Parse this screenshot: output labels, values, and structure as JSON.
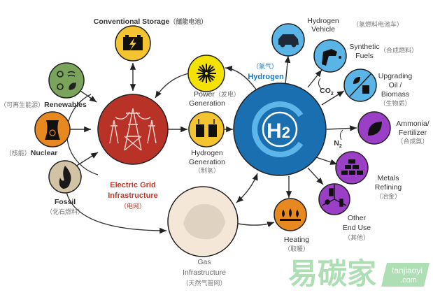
{
  "nodes": {
    "conventional_storage": {
      "label": "Conventional Storage",
      "cn": "（储能电池）"
    },
    "renewables": {
      "label": "Renewables",
      "cn": "（可再生能源）"
    },
    "nuclear": {
      "label": "Nuclear",
      "cn": "（核能）"
    },
    "fossil": {
      "label": "Fossil",
      "cn": "（化石燃料）"
    },
    "electric_grid": {
      "line1": "Electric Grid",
      "line2": "Infrastructure",
      "cn": "（电网）"
    },
    "power_generation": {
      "line1": "Power",
      "cn": "（发电）",
      "line2": "Generation"
    },
    "hydrogen_generation": {
      "line1": "Hydrogen",
      "line2": "Generation",
      "cn": "（制氢）"
    },
    "hydrogen": {
      "label": "Hydrogen",
      "cn": "（氢气）",
      "symbol": "H",
      "subscript": "2"
    },
    "gas_infrastructure": {
      "line1": "Gas",
      "line2": "Infrastructure",
      "cn": "（天然气管网）"
    },
    "heating": {
      "label": "Heating",
      "cn": "（取暖）"
    },
    "hydrogen_vehicle": {
      "line1": "Hydrogen",
      "line2": "Vehicle",
      "cn": "（氢燃料电池车）"
    },
    "synthetic_fuels": {
      "line1": "Synthetic",
      "line2": "Fuels",
      "cn": "（合成燃料）"
    },
    "upgrading_oil": {
      "line1": "Upgrading",
      "line2": "Oil /",
      "line3": "Biomass",
      "cn": "（生物质）"
    },
    "ammonia": {
      "line1": "Ammonia/",
      "line2": "Fertilizer",
      "cn": "（合成氨）"
    },
    "metals_refining": {
      "line1": "Metals",
      "line2": "Refining",
      "cn": "（冶金）"
    },
    "other_end_use": {
      "line1": "Other",
      "line2": "End Use",
      "cn": "（其他）"
    }
  },
  "inputs": {
    "co2": "CO",
    "co2_sub": "2",
    "n2": "N",
    "n2_sub": "2"
  },
  "watermark": {
    "brand": "易碳家",
    "domain1": "tanjiaoyi",
    "domain2": ".com"
  },
  "colors": {
    "grid_red": "#b83227",
    "hydrogen_blue": "#1a6fb0",
    "end_use_blue": "#5ab4e5",
    "purple": "#9b3fc7",
    "yellow": "#f4c430",
    "orange": "#e8891f",
    "green": "#7aa35c",
    "beige": "#f4e7d7",
    "fossil_tan": "#d2c3a4"
  }
}
